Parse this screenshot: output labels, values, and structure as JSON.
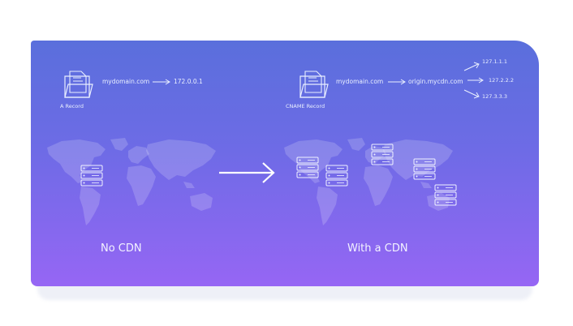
{
  "left": {
    "domain": "mydomain.com",
    "ip": "172.0.0.1",
    "record_label": "A Record",
    "caption": "No CDN"
  },
  "right": {
    "domain": "mydomain.com",
    "cname_target": "origin.mycdn.com",
    "record_label": "CNAME Record",
    "ips": [
      "127.1.1.1",
      "127.2.2.2",
      "127.3.3.3"
    ],
    "caption": "With a CDN"
  },
  "colors": {
    "gradient_top": "#5a6fdc",
    "gradient_bottom": "#9666f4",
    "text": "#eaf0ff"
  },
  "icons": [
    "folder-document-icon",
    "arrow-right-icon",
    "world-map",
    "server-stack-icon"
  ]
}
